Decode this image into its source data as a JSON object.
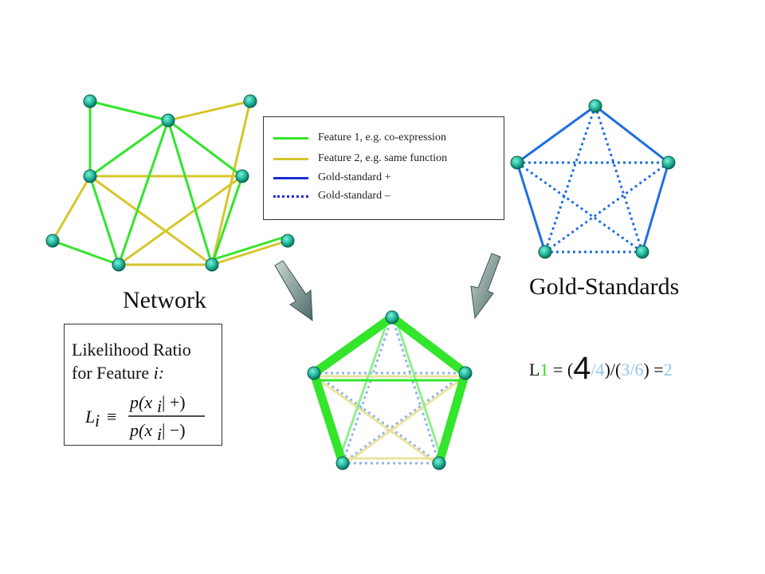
{
  "legend": {
    "items": [
      {
        "label": "Feature 1, e.g. co-expression",
        "color": "#33e52b",
        "style": "solid"
      },
      {
        "label": "Feature 2, e.g. same function",
        "color": "#d6c62a",
        "style": "solid"
      },
      {
        "label": "Gold-standard +",
        "color": "#1a2fd6",
        "style": "solid"
      },
      {
        "label": "Gold-standard –",
        "color": "#1a2fd6",
        "style": "dotted"
      }
    ]
  },
  "titles": {
    "network": "Network",
    "gold_standards": "Gold-Standards"
  },
  "likelihood_box": {
    "line1": "Likelihood Ratio",
    "line2_prefix": "for Feature ",
    "line2_var": "i:",
    "formula": {
      "lhs": "L",
      "lhs_sub": "i",
      "eq": "≡",
      "numerator": "p(x",
      "numerator_sub": "i",
      "numerator_tail": " | +)",
      "denominator": "p(x",
      "denominator_sub": "i",
      "denominator_tail": " | −)"
    }
  },
  "result_formula": {
    "L": "L",
    "sub": "1",
    "eq_open": " = (",
    "num": "4",
    "num_den": "/4",
    "mid": ")/(",
    "neg": "3/6",
    "close": ") =",
    "result": "2"
  },
  "colors": {
    "node_fill": "#1fb59a",
    "node_edge_light": "#5fe0c6",
    "feature1_green": "#33e52b",
    "feature2_yellow": "#d6c62a",
    "gold_blue": "#1f6fe0",
    "arrow_fill": "#6d8f8a"
  }
}
